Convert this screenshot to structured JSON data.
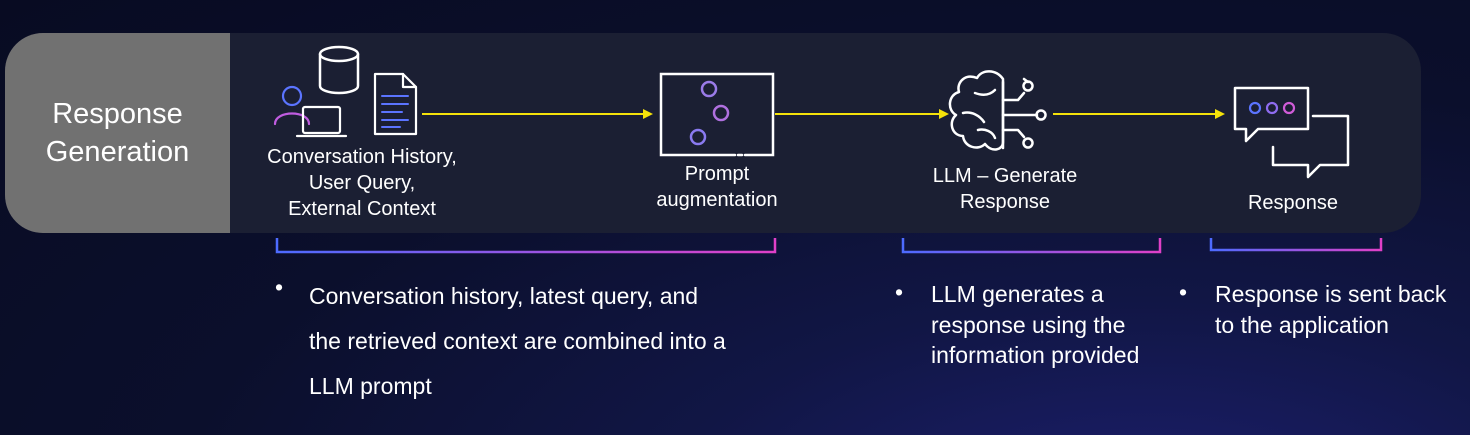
{
  "section_label": "Response\nGeneration",
  "stages": [
    {
      "label": "Conversation History,\nUser Query,\nExternal Context",
      "icon": "user-laptop-database-document-icon"
    },
    {
      "label": "Prompt\naugmentation",
      "icon": "sliders-panel-icon"
    },
    {
      "label": "LLM – Generate\nResponse",
      "icon": "brain-circuit-icon"
    },
    {
      "label": "Response",
      "icon": "chat-bubbles-icon"
    }
  ],
  "notes": [
    {
      "bullet": "•",
      "text": "Conversation history, latest query, and\nthe retrieved context are combined into a\nLLM prompt"
    },
    {
      "bullet": "•",
      "text": "LLM generates a\nresponse using the\ninformation provided"
    },
    {
      "bullet": "•",
      "text": "Response is sent back\nto the application"
    }
  ],
  "colors": {
    "background": "#0b0f2c",
    "banner": "#1b1f33",
    "label_panel": "#717171",
    "arrow": "#f5e20a",
    "bracket_start": "#4d6bff",
    "bracket_end": "#e040c8"
  }
}
